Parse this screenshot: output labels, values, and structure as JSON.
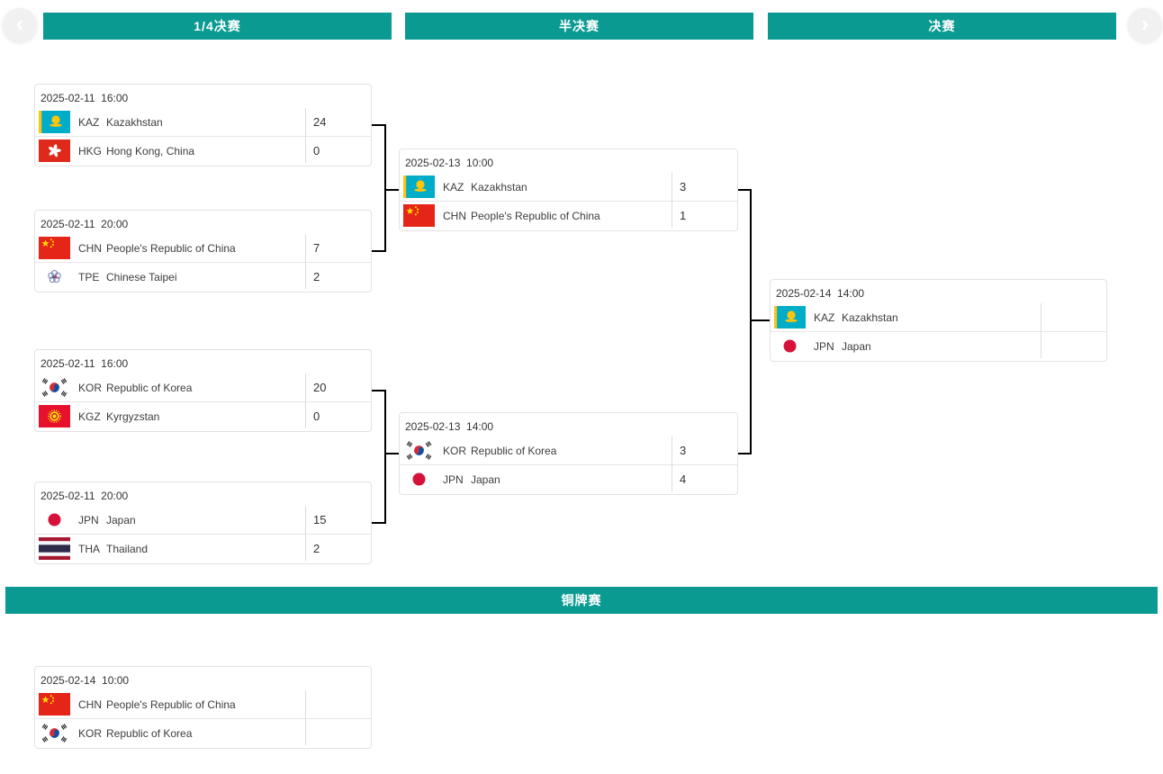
{
  "accent_color": "#0a9a92",
  "nav": {
    "prev_icon": "‹",
    "next_icon": "›"
  },
  "round_headers": [
    {
      "id": "quarterfinal",
      "label": "1/4决赛"
    },
    {
      "id": "semifinal",
      "label": "半决赛"
    },
    {
      "id": "final",
      "label": "决赛"
    }
  ],
  "bronze_header": {
    "label": "铜牌赛"
  },
  "matches": {
    "qf1": {
      "datetime": "2025-02-11  16:00",
      "home": {
        "code": "KAZ",
        "name": "Kazakhstan",
        "flag": "kaz",
        "score": "24"
      },
      "away": {
        "code": "HKG",
        "name": "Hong Kong, China",
        "flag": "hkg",
        "score": "0"
      }
    },
    "qf2": {
      "datetime": "2025-02-11  20:00",
      "home": {
        "code": "CHN",
        "name": "People's Republic of China",
        "flag": "chn",
        "score": "7"
      },
      "away": {
        "code": "TPE",
        "name": "Chinese Taipei",
        "flag": "tpe",
        "score": "2"
      }
    },
    "qf3": {
      "datetime": "2025-02-11  16:00",
      "home": {
        "code": "KOR",
        "name": "Republic of Korea",
        "flag": "kor",
        "score": "20"
      },
      "away": {
        "code": "KGZ",
        "name": "Kyrgyzstan",
        "flag": "kgz",
        "score": "0"
      }
    },
    "qf4": {
      "datetime": "2025-02-11  20:00",
      "home": {
        "code": "JPN",
        "name": "Japan",
        "flag": "jpn",
        "score": "15"
      },
      "away": {
        "code": "THA",
        "name": "Thailand",
        "flag": "tha",
        "score": "2"
      }
    },
    "sf1": {
      "datetime": "2025-02-13  10:00",
      "home": {
        "code": "KAZ",
        "name": "Kazakhstan",
        "flag": "kaz",
        "score": "3"
      },
      "away": {
        "code": "CHN",
        "name": "People's Republic of China",
        "flag": "chn",
        "score": "1"
      }
    },
    "sf2": {
      "datetime": "2025-02-13  14:00",
      "home": {
        "code": "KOR",
        "name": "Republic of Korea",
        "flag": "kor",
        "score": "3"
      },
      "away": {
        "code": "JPN",
        "name": "Japan",
        "flag": "jpn",
        "score": "4"
      }
    },
    "final": {
      "datetime": "2025-02-14  14:00",
      "home": {
        "code": "KAZ",
        "name": "Kazakhstan",
        "flag": "kaz",
        "score": ""
      },
      "away": {
        "code": "JPN",
        "name": "Japan",
        "flag": "jpn",
        "score": ""
      }
    },
    "bronze": {
      "datetime": "2025-02-14  10:00",
      "home": {
        "code": "CHN",
        "name": "People's Republic of China",
        "flag": "chn",
        "score": ""
      },
      "away": {
        "code": "KOR",
        "name": "Republic of Korea",
        "flag": "kor",
        "score": ""
      }
    }
  }
}
